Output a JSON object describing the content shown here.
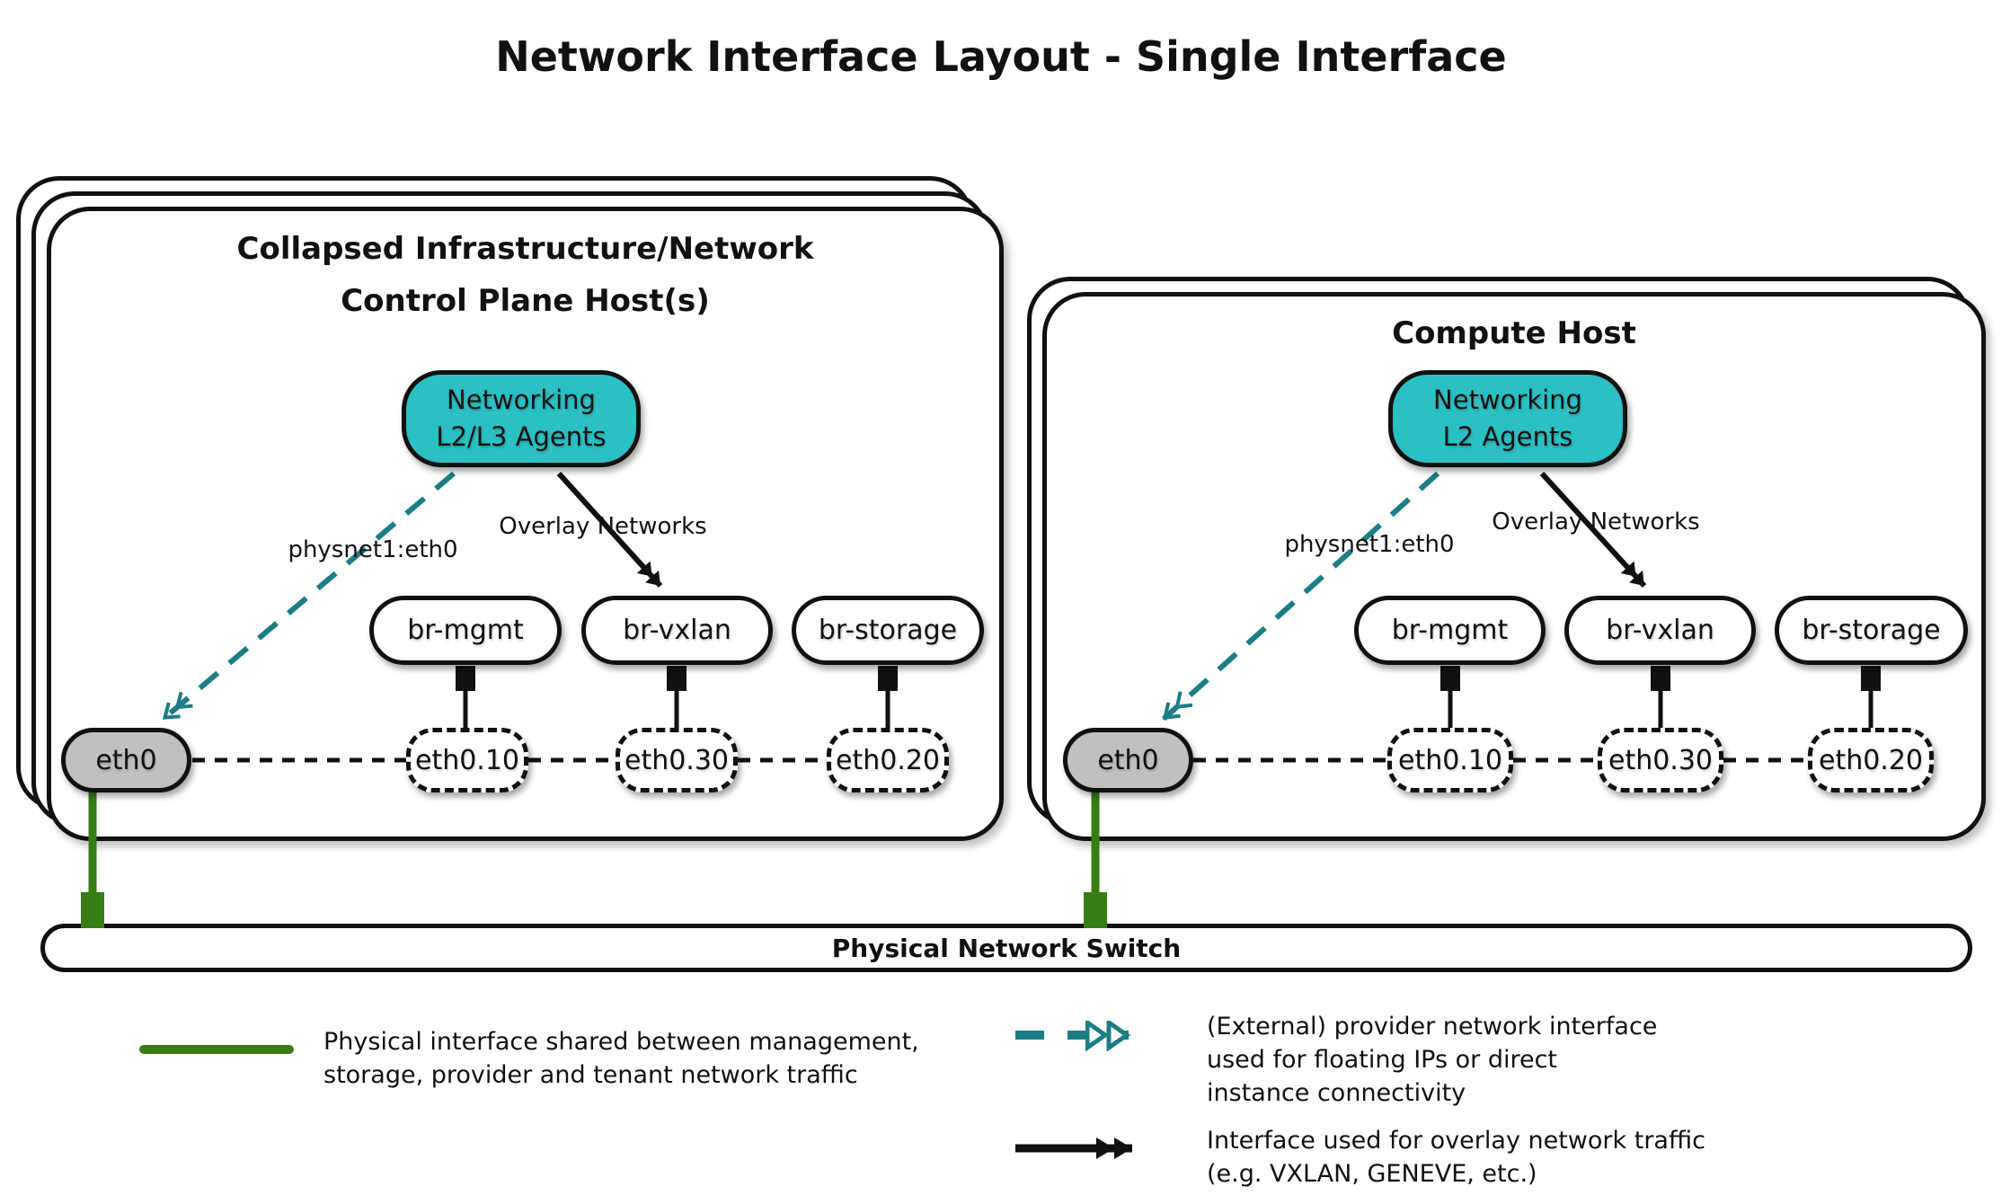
{
  "title": "Network Interface Layout - Single Interface",
  "hosts": [
    {
      "title_lines": [
        "Collapsed Infrastructure/Network",
        "Control Plane Host(s)"
      ],
      "agent_lines": [
        "Networking",
        "L2/L3 Agents"
      ],
      "provider_label": "physnet1:eth0",
      "overlay_label": "Overlay Networks",
      "bridges": [
        "br-mgmt",
        "br-vxlan",
        "br-storage"
      ],
      "vlans": [
        "eth0.10",
        "eth0.30",
        "eth0.20"
      ],
      "phys_interface": "eth0"
    },
    {
      "title_lines": [
        "Compute Host"
      ],
      "agent_lines": [
        "Networking",
        "L2 Agents"
      ],
      "provider_label": "physnet1:eth0",
      "overlay_label": "Overlay Networks",
      "bridges": [
        "br-mgmt",
        "br-vxlan",
        "br-storage"
      ],
      "vlans": [
        "eth0.10",
        "eth0.30",
        "eth0.20"
      ],
      "phys_interface": "eth0"
    }
  ],
  "switch_label": "Physical Network Switch",
  "legend": [
    {
      "symbol": "green-solid-line",
      "lines": [
        "Physical interface shared between management,",
        "storage, provider and tenant network traffic"
      ]
    },
    {
      "symbol": "teal-dashed-double-arrow",
      "lines": [
        "(External) provider network interface",
        "used for floating IPs or direct",
        "instance connectivity"
      ]
    },
    {
      "symbol": "black-solid-double-arrow",
      "lines": [
        "Interface used for overlay network traffic",
        "(e.g. VXLAN, GENEVE, etc.)"
      ]
    }
  ],
  "colors": {
    "agent_fill": "#2ac0c4",
    "provider_arrow": "#1b7e86",
    "physical_line": "#377d14",
    "interface_fill": "#c0c0c0",
    "stroke": "#111111"
  }
}
